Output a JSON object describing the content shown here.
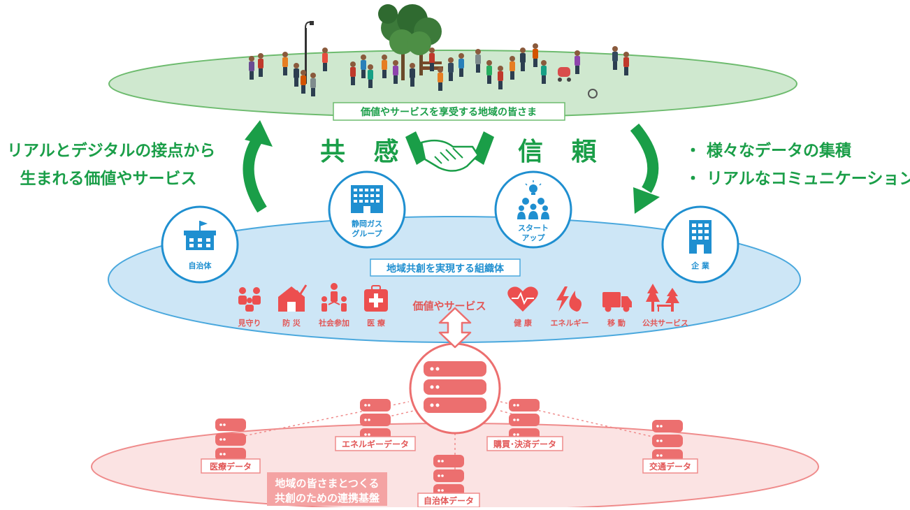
{
  "colors": {
    "green": "#1a9e48",
    "green_ellipse": "#cfe8cf",
    "green_stroke": "#6dbb6e",
    "blue": "#1f8fd0",
    "blue_ellipse": "#cde6f6",
    "blue_stroke": "#4aa8dd",
    "red": "#ec6f6f",
    "red_ellipse": "#fbe3e3",
    "red_stroke": "#ef8b8b"
  },
  "top_layer": {
    "label": "価値やサービスを享受する地域の皆さま",
    "scene_icon": "park-people-illustration"
  },
  "middle": {
    "left_word": "共 感",
    "right_word": "信 頼",
    "handshake_icon": "handshake-icon",
    "left_text": [
      "リアルとデジタルの接点から",
      "生まれる価値やサービス"
    ],
    "right_text": [
      "・ 様々なデータの集積",
      "・ リアルなコミュニケーション"
    ]
  },
  "org_layer": {
    "label": "地域共創を実現する組織体",
    "members": [
      {
        "label": "自治体",
        "icon": "city-hall-icon"
      },
      {
        "label": "静岡ガス\nグループ",
        "line1": "静岡ガス",
        "line2": "グループ",
        "icon": "office-building-icon"
      },
      {
        "label": "スタート\nアップ",
        "line1": "スタート",
        "line2": "アップ",
        "icon": "team-idea-icon"
      },
      {
        "label": "企 業",
        "icon": "company-building-icon"
      }
    ],
    "center_label": "価値やサービス",
    "services_left": [
      {
        "label": "見守り",
        "icon": "family-watch-icon"
      },
      {
        "label": "防 災",
        "icon": "disaster-house-icon"
      },
      {
        "label": "社会参加",
        "icon": "community-icon"
      },
      {
        "label": "医 療",
        "icon": "medical-kit-icon"
      }
    ],
    "services_right": [
      {
        "label": "健 康",
        "icon": "heart-pulse-icon"
      },
      {
        "label": "エネルギー",
        "icon": "energy-flame-icon"
      },
      {
        "label": "移 動",
        "icon": "truck-icon"
      },
      {
        "label": "公共サービス",
        "icon": "park-bench-icon"
      }
    ]
  },
  "data_layer": {
    "label_line1": "地域の皆さまとつくる",
    "label_line2": "共創のための連携基盤",
    "hub_icon": "central-database-icon",
    "databases": [
      {
        "label": "医療データ",
        "icon": "database-icon"
      },
      {
        "label": "エネルギーデータ",
        "icon": "database-icon"
      },
      {
        "label": "自治体データ",
        "icon": "database-icon"
      },
      {
        "label": "購買･決済データ",
        "icon": "database-icon"
      },
      {
        "label": "交通データ",
        "icon": "database-icon"
      }
    ]
  }
}
